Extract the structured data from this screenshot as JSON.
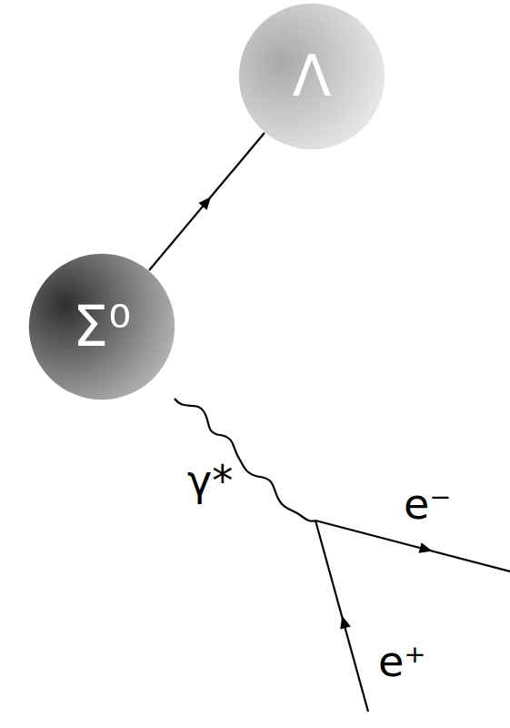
{
  "diagram": {
    "nodes": [
      {
        "text": [
          "Λ"
        ]
      },
      {
        "text": [
          "Σ⁰"
        ]
      }
    ],
    "edges": [
      {
        "from": 1,
        "to": 0,
        "arrow": "to"
      }
    ],
    "labels": [
      "γ*",
      "e⁻",
      "e⁺"
    ]
  }
}
